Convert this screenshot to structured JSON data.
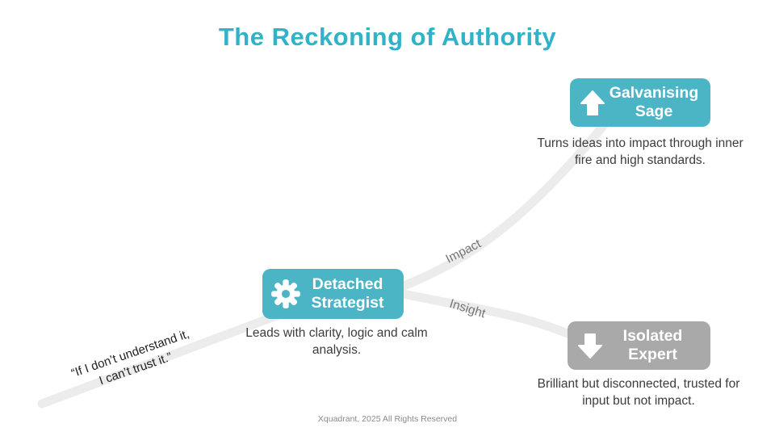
{
  "title": "The Reckoning of Authority",
  "colors": {
    "title": "#31b2c8",
    "teal": "#4bb5c6",
    "gray": "#a9a9a9",
    "road": "#ececec",
    "text": "#3c3c3c",
    "branch-label": "#757575",
    "quote": "#1e1e1e",
    "footer": "#8a8a8a"
  },
  "nodes": {
    "sage": {
      "label": "Galvanising Sage",
      "description": "Turns ideas into impact through inner fire and high standards.",
      "icon": "arrow-up-icon"
    },
    "strategist": {
      "label": "Detached Strategist",
      "description": "Leads with clarity, logic and calm analysis.",
      "icon": "gear-icon"
    },
    "expert": {
      "label": "Isolated Expert",
      "description": "Brilliant but disconnected, trusted for input but not impact.",
      "icon": "arrow-down-icon"
    }
  },
  "branch_labels": {
    "impact": "Impact",
    "insight": "Insight"
  },
  "quote": {
    "line1": "“If I don’t understand it,",
    "line2": "I can’t trust it.”"
  },
  "footer": "Xquadrant, 2025 All Rights Reserved"
}
